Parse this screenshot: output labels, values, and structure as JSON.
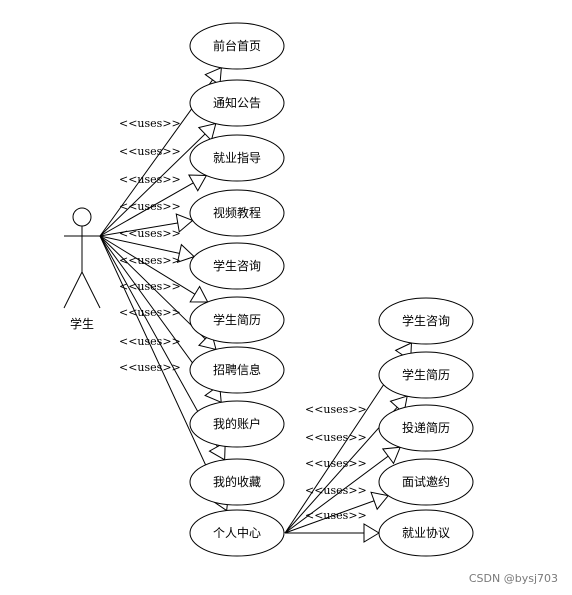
{
  "actor": {
    "label": "学生"
  },
  "stereotype": "<<uses>>",
  "student_use_cases": [
    "前台首页",
    "通知公告",
    "就业指导",
    "视频教程",
    "学生咨询",
    "学生简历",
    "招聘信息",
    "我的账户",
    "我的收藏",
    "个人中心"
  ],
  "center_use_cases": [
    "学生咨询",
    "学生简历",
    "投递简历",
    "面试邀约",
    "就业协议"
  ],
  "watermark": "CSDN @bysj703"
}
